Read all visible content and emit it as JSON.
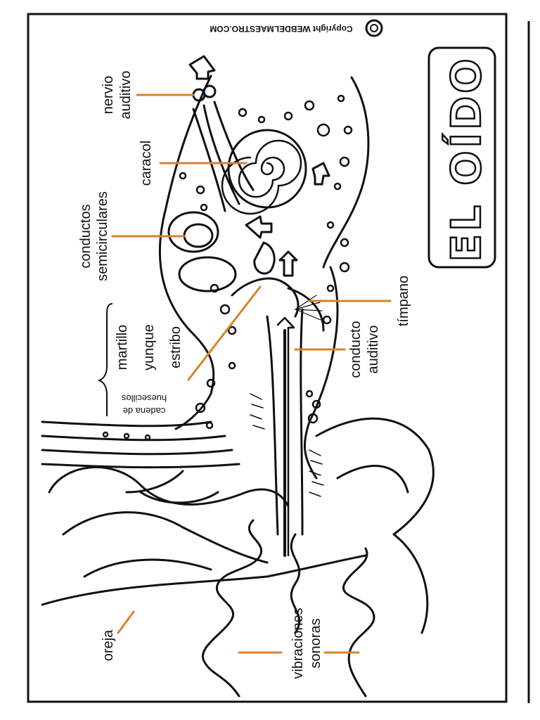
{
  "title": "EL OÍDO",
  "copyright": "Copyright WEBDELMAESTRO.COM",
  "labels": {
    "nervio": [
      "nervio",
      "auditivo"
    ],
    "caracol": "caracol",
    "conductos": [
      "conductos",
      "semicirculares"
    ],
    "huesecillos": [
      "martillo",
      "yunque",
      "estribo"
    ],
    "cadena": [
      "cadena de",
      "huesecillos"
    ],
    "timpano": "tímpano",
    "conducto_auditivo": [
      "conducto",
      "auditivo"
    ],
    "oreja": "oreja",
    "vibraciones": [
      "vibraciones",
      "sonoras"
    ]
  },
  "colors": {
    "leader": "#d9822b",
    "ink": "#111111"
  }
}
